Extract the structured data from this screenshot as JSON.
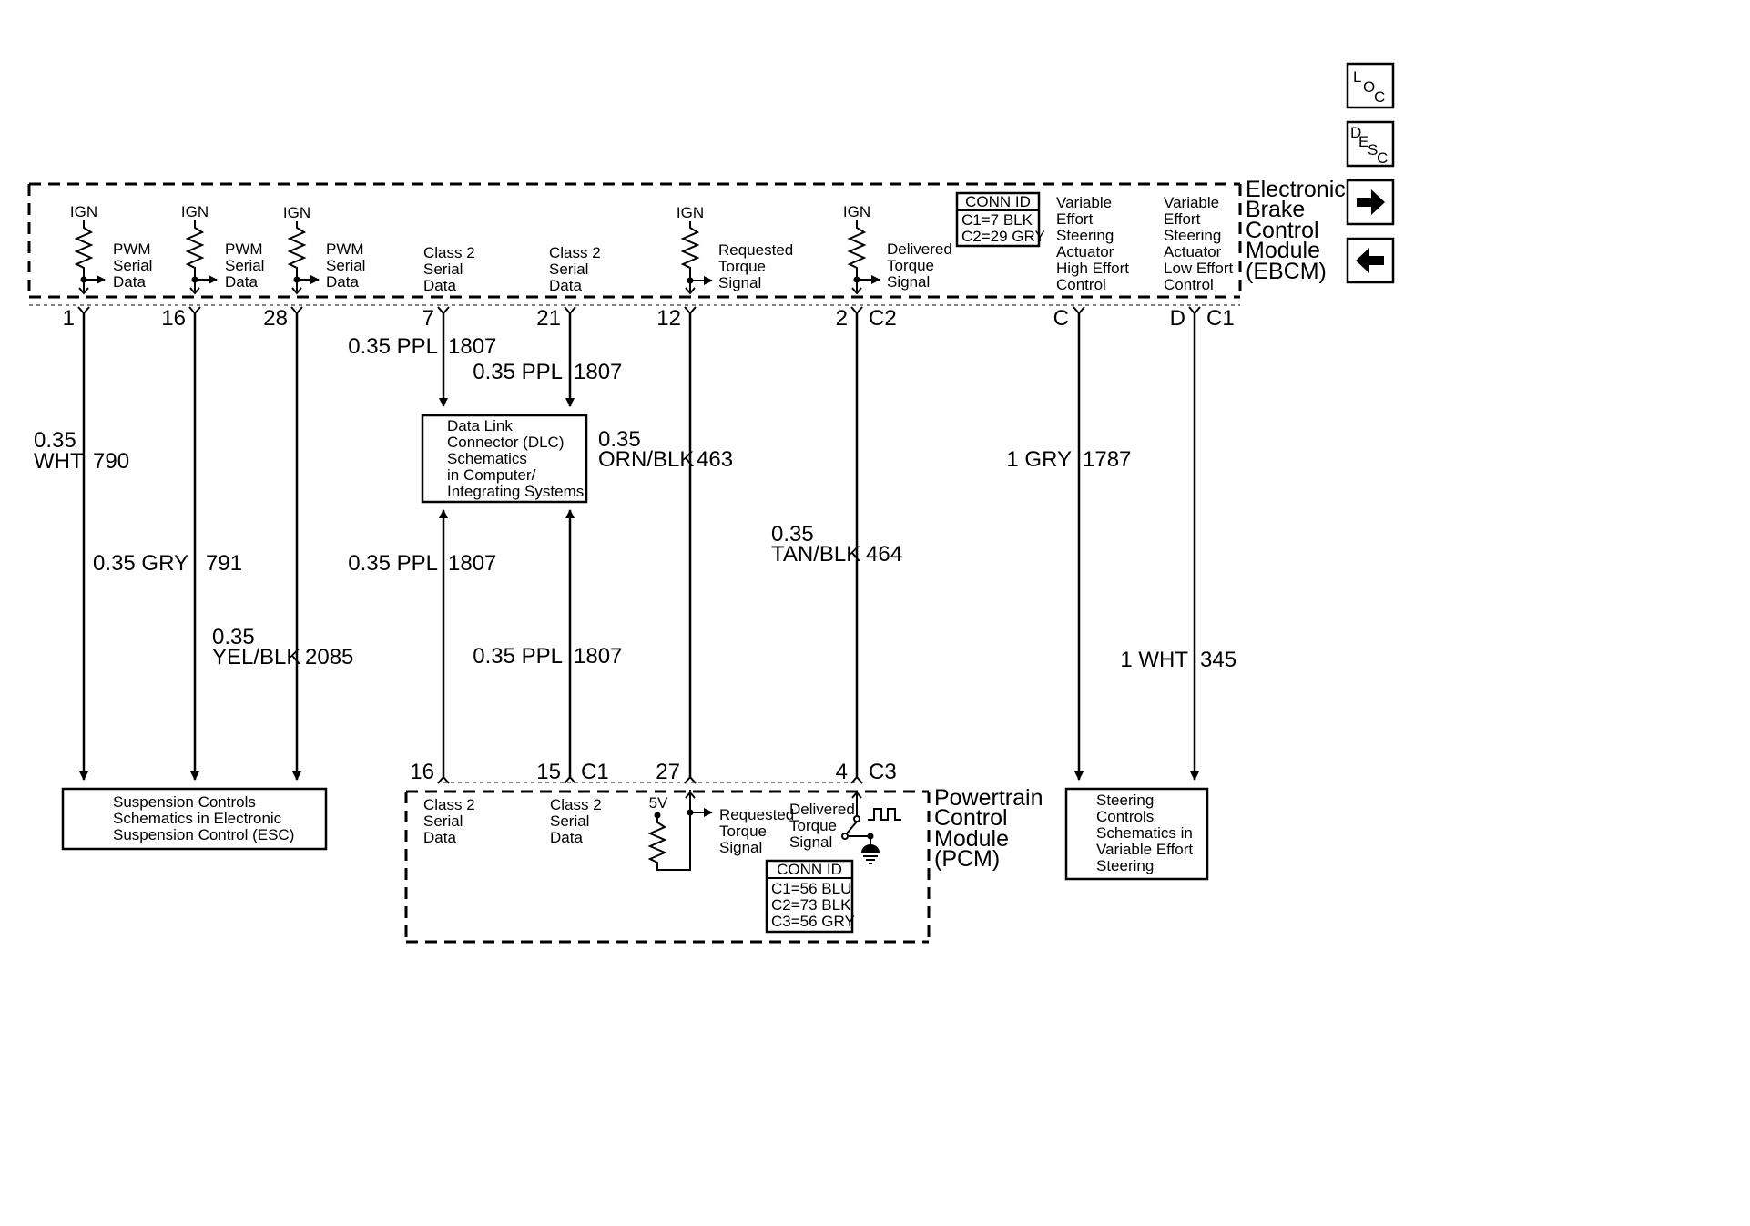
{
  "nav": {
    "loc": {
      "l": "L",
      "o": "O",
      "c": "C"
    },
    "desc": {
      "d": "D",
      "e": "E",
      "s": "S",
      "c": "C"
    },
    "forward_icon": "arrow-right-icon",
    "back_icon": "arrow-left-icon"
  },
  "ebcm": {
    "name": [
      "Electronic",
      "Brake",
      "Control",
      "Module",
      "(EBCM)"
    ],
    "conn": {
      "title": "CONN ID",
      "c1": "C1=7 BLK",
      "c2": "C2=29 GRY"
    },
    "ign": "IGN",
    "pwm": [
      "PWM",
      "Serial",
      "Data"
    ],
    "class2": [
      "Class 2",
      "Serial",
      "Data"
    ],
    "req": [
      "Requested",
      "Torque",
      "Signal"
    ],
    "del": [
      "Delivered",
      "Torque",
      "Signal"
    ],
    "ve_high": [
      "Variable",
      "Effort",
      "Steering",
      "Actuator",
      "High Effort",
      "Control"
    ],
    "ve_low": [
      "Variable",
      "Effort",
      "Steering",
      "Actuator",
      "Low Effort",
      "Control"
    ]
  },
  "pins": {
    "p1": "1",
    "p16": "16",
    "p28": "28",
    "p7": "7",
    "p21": "21",
    "p12": "12",
    "p2": "2",
    "c2": "C2",
    "pc": "C",
    "pd": "D",
    "c1": "C1",
    "b16": "16",
    "b15": "15",
    "bc1": "C1",
    "b27": "27",
    "b4": "4",
    "bc3": "C3"
  },
  "wires": {
    "w790": {
      "gauge": "0.35",
      "color": "WHT",
      "circuit": "790"
    },
    "w791": {
      "label": "0.35 GRY",
      "circuit": "791"
    },
    "w2085": {
      "gauge": "0.35",
      "color": "YEL/BLK",
      "circuit": "2085"
    },
    "w1807a": {
      "label": "0.35 PPL",
      "circuit": "1807"
    },
    "w1807b": {
      "label": "0.35 PPL",
      "circuit": "1807"
    },
    "w1807c": {
      "label": "0.35 PPL",
      "circuit": "1807"
    },
    "w1807d": {
      "label": "0.35 PPL",
      "circuit": "1807"
    },
    "w463": {
      "gauge": "0.35",
      "color": "ORN/BLK",
      "circuit": "463"
    },
    "w464": {
      "gauge": "0.35",
      "color": "TAN/BLK",
      "circuit": "464"
    },
    "w1787": {
      "label": "1 GRY",
      "circuit": "1787"
    },
    "w345": {
      "label": "1 WHT",
      "circuit": "345"
    }
  },
  "dlc": [
    "Data Link",
    "Connector (DLC)",
    "Schematics",
    "in Computer/",
    "Integrating Systems"
  ],
  "susp": [
    "Suspension Controls",
    "Schematics in Electronic",
    "Suspension Control (ESC)"
  ],
  "steer": [
    "Steering",
    "Controls",
    "Schematics in",
    "Variable Effort",
    "Steering"
  ],
  "pcm": {
    "name": [
      "Powertrain",
      "Control",
      "Module",
      "(PCM)"
    ],
    "class2": [
      "Class 2",
      "Serial",
      "Data"
    ],
    "v5": "5V",
    "req": [
      "Requested",
      "Torque",
      "Signal"
    ],
    "del": [
      "Delivered",
      "Torque",
      "Signal"
    ],
    "conn": {
      "title": "CONN ID",
      "c1": "C1=56 BLU",
      "c2": "C2=73 BLK",
      "c3": "C3=56 GRY"
    }
  }
}
